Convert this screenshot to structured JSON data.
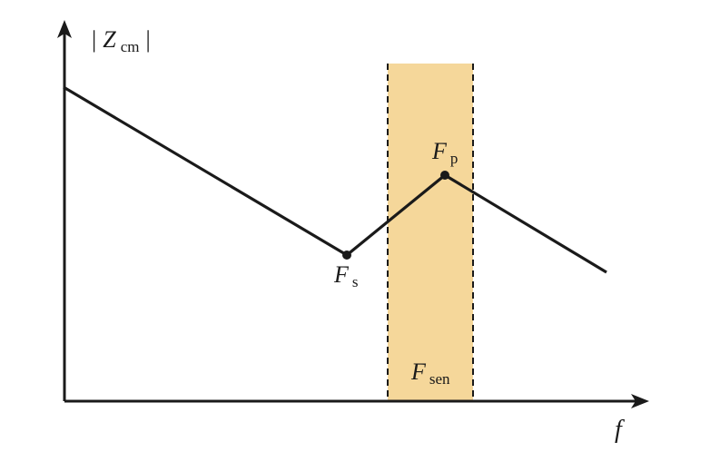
{
  "axes": {
    "y_label": {
      "bar_left": "|",
      "symbol": "Z",
      "subscript": "cm",
      "bar_right": "|"
    },
    "x_label": "f"
  },
  "points": {
    "fs": {
      "symbol": "F",
      "subscript": "s"
    },
    "fp": {
      "symbol": "F",
      "subscript": "p"
    }
  },
  "band": {
    "symbol": "F",
    "subscript": "sen",
    "fill_color": "#f5d79a",
    "border_color": "#1a1a1a"
  },
  "colors": {
    "line": "#1a1a1a",
    "axis": "#1a1a1a",
    "background": "#ffffff"
  }
}
